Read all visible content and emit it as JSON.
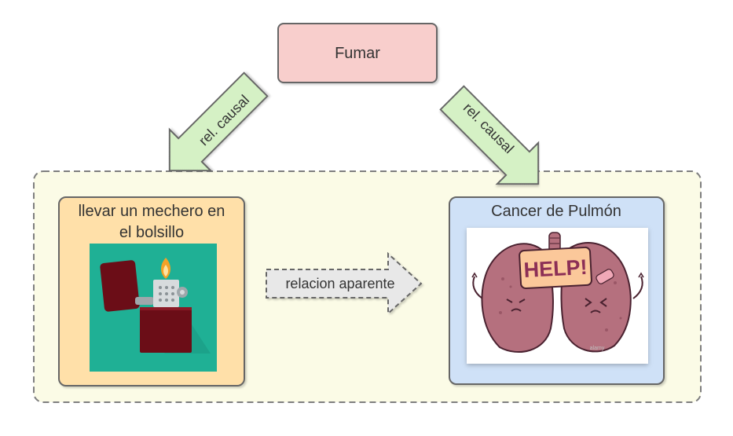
{
  "diagram": {
    "top_node": {
      "label": "Fumar"
    },
    "left_node": {
      "label_line1": "llevar un mechero en",
      "label_line2": "el bolsillo"
    },
    "right_node": {
      "label": "Cancer de Pulmón"
    },
    "left_arrow": {
      "label": "rel. causal"
    },
    "right_arrow": {
      "label": "rel. causal"
    },
    "middle_arrow": {
      "label": "relacion aparente"
    },
    "lungs_sign": {
      "text": "HELP!"
    },
    "lungs_watermark": {
      "text": "alamy"
    }
  },
  "colors": {
    "top_node_fill": "#f8cecc",
    "left_node_fill": "#ffe0a9",
    "right_node_fill": "#cfe1f7",
    "group_fill": "#fbfbe6",
    "causal_arrow_fill": "#d5f1c5",
    "apparent_arrow_fill": "#e8e8e8",
    "lighter_bg": "#1fb095",
    "lighter_body": "#6b0d17",
    "lung_color": "#b5707e"
  }
}
